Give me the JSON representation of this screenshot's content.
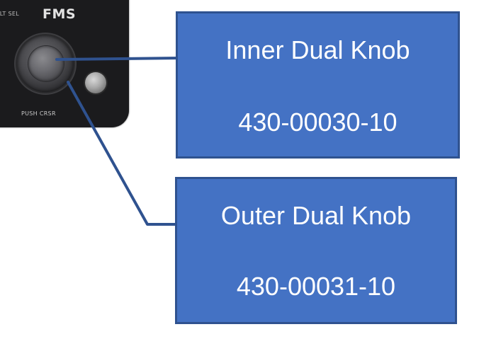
{
  "panel": {
    "alt_label": "ALT SEL",
    "fms_label": "FMS",
    "push_label": "PUSH CRSR"
  },
  "callouts": [
    {
      "title": "Inner Dual Knob",
      "part_number": "430-00030-10"
    },
    {
      "title": "Outer Dual Knob",
      "part_number": "430-00031-10"
    }
  ],
  "colors": {
    "callout_fill": "#4472c4",
    "callout_border": "#2f528f",
    "leader_line": "#2f528f",
    "panel_bg": "#1b1b1d"
  }
}
